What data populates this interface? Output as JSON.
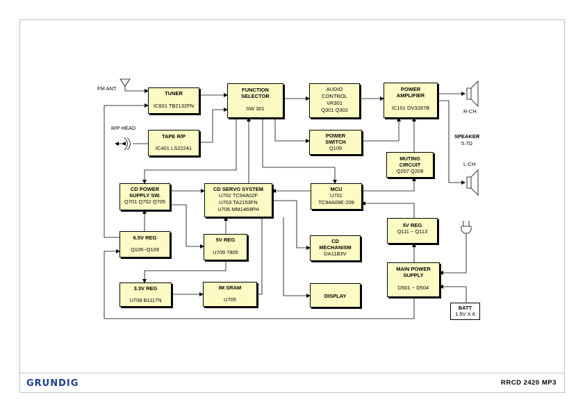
{
  "blocks": {
    "tuner": {
      "title": "TUNER",
      "sub": "IC601  TB2132FN"
    },
    "function_selector": {
      "title": "FUNCTION\nSELECTOR",
      "sub": "SW 301"
    },
    "audio_control": {
      "title": "",
      "sub": "AUDIO\nCONTROL\nVR301\nQ301  Q302"
    },
    "power_amplifier": {
      "title": "POWER\nAMPLIFIER",
      "sub": "IC101  DV3287B"
    },
    "tape_rp": {
      "title": "TAPE R/P",
      "sub": "IC401  LS22241"
    },
    "power_switch": {
      "title": "POWER\nSWITCH",
      "sub": "Q105"
    },
    "muting_circuit": {
      "title": "MUTING\nCIRCUIT",
      "sub": "Q207  Q208"
    },
    "cd_power_supply": {
      "title": "CD POWER\nSUPPLY SW.",
      "sub": "Q701  Q702  Q705"
    },
    "cd_servo_system": {
      "title": "CD  SERVO SYSTEM",
      "sub": "U702  TC94A02F\nU703  TA2153FN\nU706  MM1469PH"
    },
    "mcu": {
      "title": "MCU",
      "sub": "U701\nTC94A09E-209"
    },
    "reg_6_5v": {
      "title": "6.5V REG",
      "sub": "Q105~Q109"
    },
    "reg_5v_u709": {
      "title": "5V REG",
      "sub": "U709  7805"
    },
    "cd_mechanism": {
      "title": "CD\nMECHANISM",
      "sub": "DA11B3V"
    },
    "reg_5v_q111": {
      "title": "5V REG",
      "sub": "Q111  ~  Q113"
    },
    "reg_3_3v": {
      "title": "3.3V REG",
      "sub": "U708  B1117N"
    },
    "im_sram": {
      "title": "IM SRAM",
      "sub": "U705"
    },
    "display": {
      "title": "DISPLAY",
      "sub": ""
    },
    "main_power_supply": {
      "title": "MAIN POWER\nSUPPLY",
      "sub": "D501  ~  D504"
    },
    "batt": {
      "title": "BATT",
      "sub": "1.5V  X  6"
    }
  },
  "labels": {
    "fm_ant": "FM ANT.",
    "rp_head": "R/P HEAD",
    "r_ch": "R-CH",
    "speaker": "SPEAKER",
    "speaker_ohm": "5.7Ω",
    "l_ch": "L-CH"
  },
  "footer": {
    "brand": "GRUNDIG",
    "model": "RRCD 2420 MP3"
  }
}
